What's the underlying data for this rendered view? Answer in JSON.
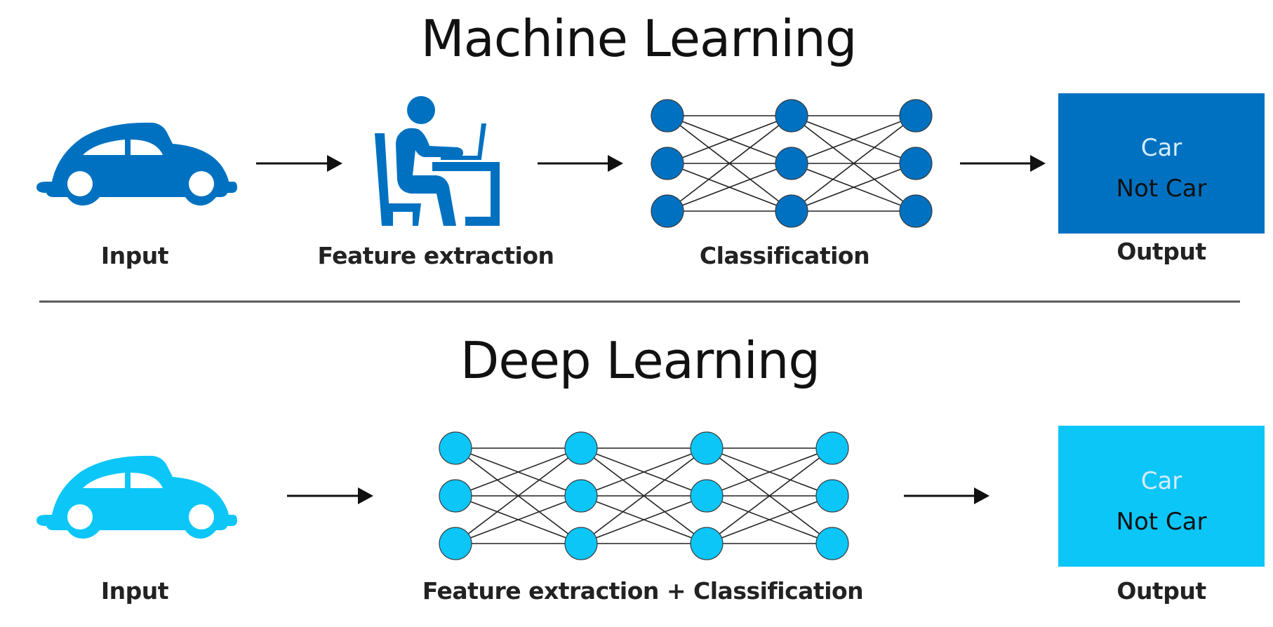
{
  "colors": {
    "ml_accent": "#0071c1",
    "dl_accent": "#0cc6f8",
    "text": "#111111",
    "output_top_text": "#d6ecfa"
  },
  "machine_learning": {
    "title": "Machine Learning",
    "stages": [
      {
        "label": "Input",
        "icon": "car-icon"
      },
      {
        "label": "Feature extraction",
        "icon": "person-at-computer-icon"
      },
      {
        "label": "Classification",
        "icon": "neural-network-icon"
      },
      {
        "label": "Output",
        "icon": "output-box"
      }
    ],
    "network": {
      "layers": 3,
      "nodes_per_layer": 3
    },
    "output_box": {
      "line1": "Car",
      "line2": "Not Car"
    }
  },
  "deep_learning": {
    "title": "Deep Learning",
    "stages": [
      {
        "label": "Input",
        "icon": "car-icon"
      },
      {
        "label": "Feature extraction + Classification",
        "icon": "neural-network-icon"
      },
      {
        "label": "Output",
        "icon": "output-box"
      }
    ],
    "network": {
      "layers": 4,
      "nodes_per_layer": 3
    },
    "output_box": {
      "line1": "Car",
      "line2": "Not Car"
    }
  }
}
